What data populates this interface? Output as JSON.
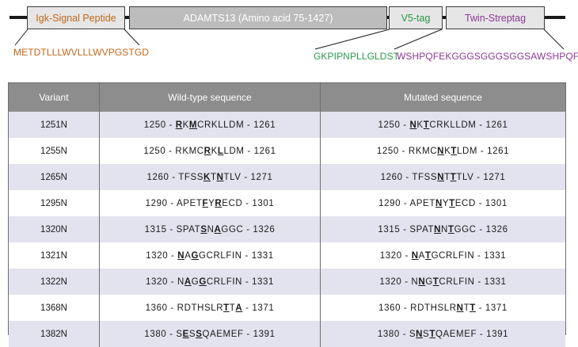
{
  "construct": {
    "domains": {
      "signal": "Igk-Signal Peptide",
      "adamts13": "ADAMTS13 (Amino acid 75-1427)",
      "v5": "V5-tag",
      "twin": "Twin-Streptag"
    },
    "sequences": {
      "signal": "METDTLLLWVLLLWVPGSTGD",
      "v5": "GKPIPNPLLGLDST",
      "twin": "WSHPQFEKGGGSGGGSGGSAWSHPQFEK"
    },
    "colors": {
      "signal": "#c0671a",
      "v5": "#2a9a4a",
      "twin": "#8a3a93",
      "adamts13_box": "#bcbcbc",
      "tag_box": "#e6e6e6"
    }
  },
  "table": {
    "headers": [
      "Variant",
      "Wild-type sequence",
      "Mutated sequence"
    ],
    "rows": [
      {
        "variant": "1251N",
        "wt": [
          [
            "1250 - ",
            0
          ],
          [
            "R",
            1
          ],
          [
            "K",
            0
          ],
          [
            "M",
            1
          ],
          [
            "CRKLLDM - 1261",
            0
          ]
        ],
        "mut": [
          [
            "1250 - ",
            0
          ],
          [
            "N",
            1
          ],
          [
            "K",
            0
          ],
          [
            "T",
            1
          ],
          [
            "CRKLLDM - 1261",
            0
          ]
        ]
      },
      {
        "variant": "1255N",
        "wt": [
          [
            "1250 - RKMC",
            0
          ],
          [
            "R",
            1
          ],
          [
            "K",
            0
          ],
          [
            "L",
            1
          ],
          [
            "LDM - 1261",
            0
          ]
        ],
        "mut": [
          [
            "1250 - RKMC",
            0
          ],
          [
            "N",
            1
          ],
          [
            "K",
            0
          ],
          [
            "T",
            1
          ],
          [
            "LDM - 1261",
            0
          ]
        ]
      },
      {
        "variant": "1265N",
        "wt": [
          [
            "1260 - TFSS",
            0
          ],
          [
            "K",
            1
          ],
          [
            "T",
            0
          ],
          [
            "N",
            1
          ],
          [
            "TLV - 1271",
            0
          ]
        ],
        "mut": [
          [
            "1260 - TFSS",
            0
          ],
          [
            "N",
            1
          ],
          [
            "T",
            0
          ],
          [
            "T",
            1
          ],
          [
            "TLV - 1271",
            0
          ]
        ]
      },
      {
        "variant": "1295N",
        "wt": [
          [
            "1290 - APET",
            0
          ],
          [
            "F",
            1
          ],
          [
            "Y",
            0
          ],
          [
            "R",
            1
          ],
          [
            "ECD - 1301",
            0
          ]
        ],
        "mut": [
          [
            "1290 - APET",
            0
          ],
          [
            "N",
            1
          ],
          [
            "Y",
            0
          ],
          [
            "T",
            1
          ],
          [
            "ECD - 1301",
            0
          ]
        ]
      },
      {
        "variant": "1320N",
        "wt": [
          [
            "1315 - SPAT",
            0
          ],
          [
            "S",
            1
          ],
          [
            "N",
            0
          ],
          [
            "A",
            1
          ],
          [
            "GGC - 1326",
            0
          ]
        ],
        "mut": [
          [
            "1315 - SPAT",
            0
          ],
          [
            "N",
            1
          ],
          [
            "N",
            0
          ],
          [
            "T",
            1
          ],
          [
            "GGC - 1326",
            0
          ]
        ]
      },
      {
        "variant": "1321N",
        "wt": [
          [
            "1320 - ",
            0
          ],
          [
            "N",
            1
          ],
          [
            "A",
            0
          ],
          [
            "G",
            1
          ],
          [
            "GCRLFIN - 1331",
            0
          ]
        ],
        "mut": [
          [
            "1320 - ",
            0
          ],
          [
            "N",
            1
          ],
          [
            "A",
            0
          ],
          [
            "T",
            1
          ],
          [
            "GCRLFIN - 1331",
            0
          ]
        ]
      },
      {
        "variant": "1322N",
        "wt": [
          [
            "1320 - N",
            0
          ],
          [
            "A",
            1
          ],
          [
            "G",
            0
          ],
          [
            "G",
            1
          ],
          [
            "CRLFIN - 1331",
            0
          ]
        ],
        "mut": [
          [
            "1320 - N",
            0
          ],
          [
            "N",
            1
          ],
          [
            "G",
            0
          ],
          [
            "T",
            1
          ],
          [
            "CRLFIN - 1331",
            0
          ]
        ]
      },
      {
        "variant": "1368N",
        "wt": [
          [
            "1360 - RDTHSLR",
            0
          ],
          [
            "T",
            1
          ],
          [
            "T",
            0
          ],
          [
            "A",
            1
          ],
          [
            " - 1371",
            0
          ]
        ],
        "mut": [
          [
            "1360 - RDTHSLR",
            0
          ],
          [
            "N",
            1
          ],
          [
            "T",
            0
          ],
          [
            "T",
            1
          ],
          [
            " - 1371",
            0
          ]
        ]
      },
      {
        "variant": "1382N",
        "wt": [
          [
            "1380 - S",
            0
          ],
          [
            "E",
            1
          ],
          [
            "S",
            0
          ],
          [
            "S",
            1
          ],
          [
            "QAEMEF - 1391",
            0
          ]
        ],
        "mut": [
          [
            "1380 - S",
            0
          ],
          [
            "N",
            1
          ],
          [
            "S",
            0
          ],
          [
            "T",
            1
          ],
          [
            "QAEMEF - 1391",
            0
          ]
        ]
      }
    ]
  }
}
